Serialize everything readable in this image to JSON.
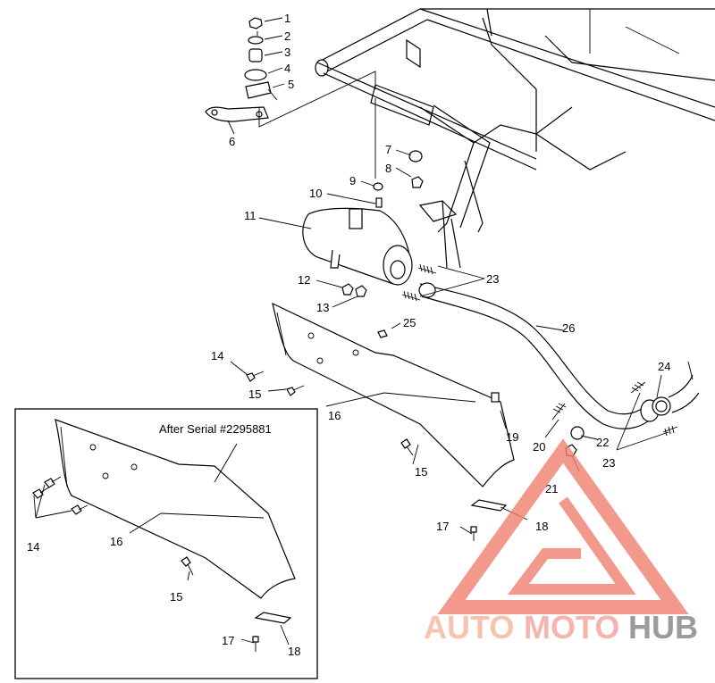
{
  "callouts": {
    "c1": "1",
    "c2": "2",
    "c3": "3",
    "c4": "4",
    "c5": "5",
    "c6": "6",
    "c7": "7",
    "c8": "8",
    "c9": "9",
    "c10": "10",
    "c11": "11",
    "c12": "12",
    "c13": "13",
    "c14": "14",
    "c15a": "15",
    "c15b": "15",
    "c16": "16",
    "c17": "17",
    "c18": "18",
    "c19": "19",
    "c20": "20",
    "c21": "21",
    "c22": "22",
    "c23a": "23",
    "c23b": "23",
    "c24": "24",
    "c25": "25",
    "c26": "26"
  },
  "inset": {
    "note": "After Serial #2295881",
    "c14": "14",
    "c15": "15",
    "c16": "16",
    "c17": "17",
    "c18": "18"
  },
  "watermark": {
    "part1": "AUTO",
    "part2": "MOTO",
    "part3": "HUB",
    "color_primary": "#f08070",
    "color_secondary": "#f5a46a",
    "color_dark": "#707070"
  }
}
